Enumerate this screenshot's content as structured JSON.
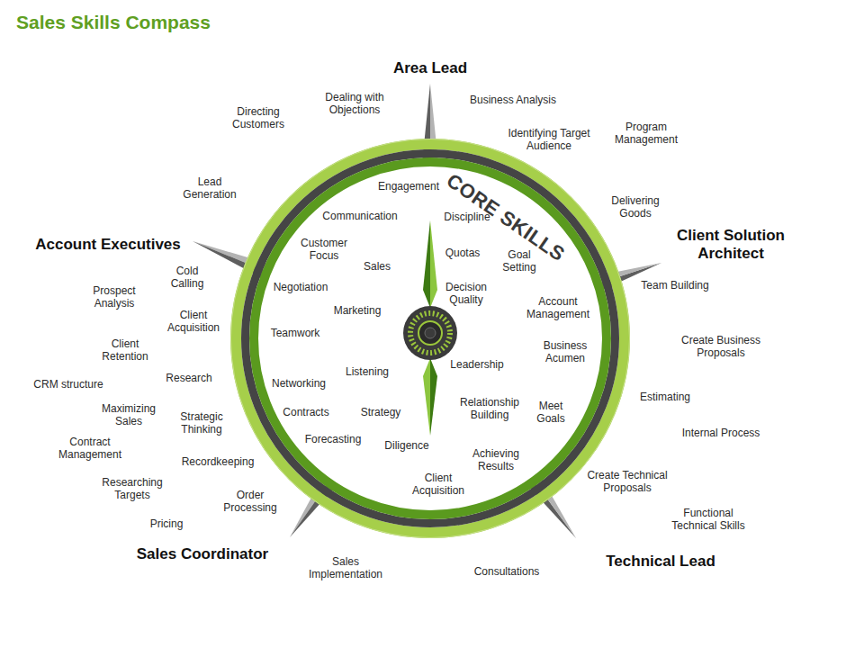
{
  "diagram": {
    "title": "Sales Skills Compass",
    "nodes": [
      {
        "text": [
          "CORE SKILLS",
          "Engagement",
          "Discipline",
          "Communication",
          "Customer Focus",
          "Quotas",
          "Goal Setting",
          "Sales",
          "Negotiation",
          "Decision Quality",
          "Account Management",
          "Marketing",
          "Teamwork",
          "Business Acumen",
          "Leadership",
          "Listening",
          "Networking",
          "Relationship Building",
          "Meet Goals",
          "Contracts",
          "Strategy",
          "Forecasting",
          "Diligence",
          "Achieving Results",
          "Client Acquisition"
        ]
      }
    ],
    "labels": [
      "Area Lead",
      "Business Analysis",
      "Dealing with Objections",
      "Directing Customers",
      "Program Management",
      "Identifying Target Audience",
      "Lead Generation",
      "Delivering Goods",
      "Account Executives",
      "Client Solution Architect",
      "Cold Calling",
      "Team Building",
      "Prospect Analysis",
      "Client Acquisition",
      "Create Business Proposals",
      "Client Retention",
      "Research",
      "CRM structure",
      "Estimating",
      "Maximizing Sales",
      "Strategic Thinking",
      "Internal Process",
      "Contract Management",
      "Recordkeeping",
      "Create Technical Proposals",
      "Researching Targets",
      "Order Processing",
      "Functional Technical Skills",
      "Pricing",
      "Sales Coordinator",
      "Technical Lead",
      "Sales Implementation",
      "Consultations"
    ]
  }
}
